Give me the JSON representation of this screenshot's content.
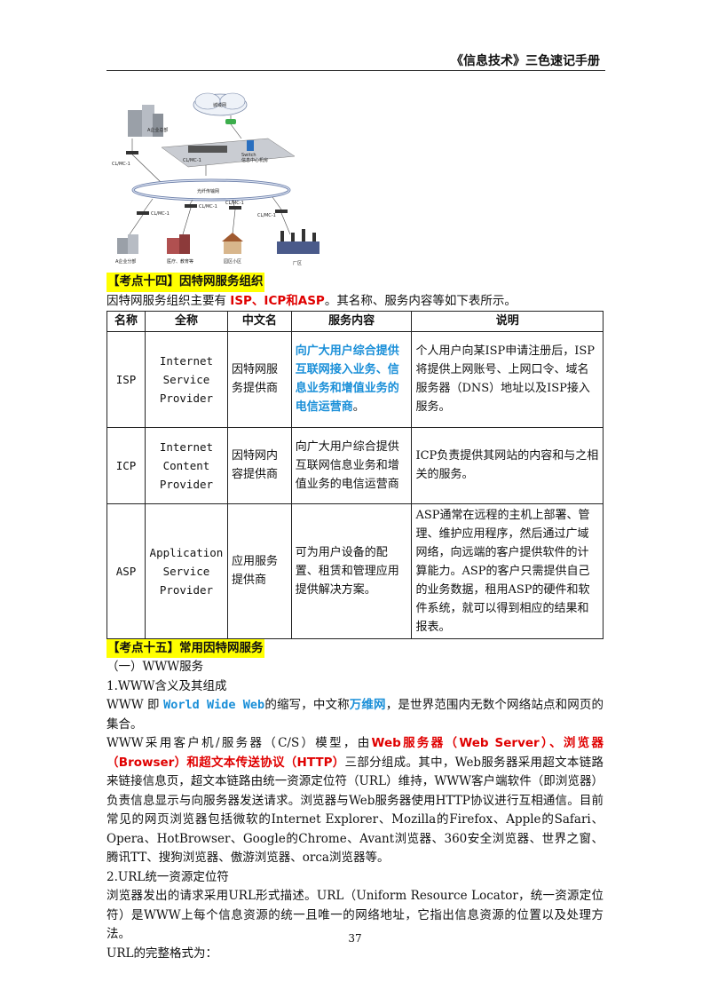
{
  "header": {
    "title": "《信息技术》三色速记手册"
  },
  "figure": {
    "labels": {
      "city_net": "城域网",
      "hq": "A企业总部",
      "clmc_top": "CL/MC-1",
      "clmc_center": "CL/MC-1",
      "switch": "Switch",
      "data_center": "信息中心机房",
      "ring": "光纤传输网",
      "clmc_1": "CL/MC-1",
      "clmc_2": "CL/MC-1",
      "clmc_3": "CL/MC-1",
      "clmc_4": "CL/MC-1",
      "b1": "A企业分部",
      "b2": "医疗、教育等",
      "b3": "园区小区",
      "b4": "厂区"
    }
  },
  "section14": {
    "heading": "【考点十四】因特网服务组织",
    "intro_pre": "因特网服务组织主要有 ",
    "intro_hl": "ISP、ICP和ASP",
    "intro_post": "。其名称、服务内容等如下表所示。"
  },
  "table": {
    "headers": [
      "名称",
      "全称",
      "中文名",
      "服务内容",
      "说明"
    ],
    "rows": [
      {
        "name": "ISP",
        "full": [
          "Internet",
          "Service",
          "Provider"
        ],
        "cn": "因特网服务提供商",
        "service": "向广大用户综合提供互联网接入业务、信息业务和增值业务的电信运营商",
        "service_end": "。",
        "note": "个人用户向某ISP申请注册后，ISP将提供上网账号、上网口令、域名服务器（DNS）地址以及ISP接入服务。"
      },
      {
        "name": "ICP",
        "full": [
          "Internet",
          "Content",
          "Provider"
        ],
        "cn": "因特网内容提供商",
        "service": "向广大用户综合提供互联网信息业务和增值业务的电信运营商",
        "note": "ICP负责提供其网站的内容和与之相关的服务。"
      },
      {
        "name": "ASP",
        "full": [
          "Application",
          "Service",
          "Provider"
        ],
        "cn": "应用服务提供商",
        "service": "可为用户设备的配置、租赁和管理应用提供解决方案。",
        "note": "ASP通常在远程的主机上部署、管理、维护应用程序，然后通过广域网络，向远端的客户提供软件的计算能力。ASP的客户只需提供自己的业务数据，租用ASP的硬件和软件系统，就可以得到相应的结果和报表。"
      }
    ]
  },
  "section15": {
    "heading": "【考点十五】常用因特网服务",
    "sub1": "（一）WWW服务",
    "sub1_1": "1.WWW含义及其组成",
    "p1_a": "WWW 即 ",
    "p1_hl1": "World Wide Web",
    "p1_b": "的缩写，中文称",
    "p1_hl2": "万维网",
    "p1_c": "，是世界范围内无数个网络站点和网页的集合。",
    "p2_a": "WWW采用客户机/服务器（C/S）模型，由",
    "p2_hl": "Web服务器（Web Server）、浏览器（Browser）和超文本传送协议（HTTP）",
    "p2_b": "三部分组成。其中，Web服务器采用超文本链路来链接信息页，超文本链路由统一资源定位符（URL）维持，WWW客户端软件（即浏览器）负责信息显示与向服务器发送请求。浏览器与Web服务器使用HTTP协议进行互相通信。目前常见的网页浏览器包括微软的Internet Explorer、Mozilla的Firefox、Apple的Safari、Opera、HotBrowser、Google的Chrome、Avant浏览器、360安全浏览器、世界之窗、腾讯TT、搜狗浏览器、傲游浏览器、orca浏览器等。",
    "sub1_2": "2.URL统一资源定位符",
    "p3": "浏览器发出的请求采用URL形式描述。URL（Uniform Resource Locator，统一资源定位符）是WWW上每个信息资源的统一且唯一的网络地址，它指出信息资源的位置以及处理方法。",
    "p4": "URL的完整格式为："
  },
  "footer": {
    "page_number": "37"
  }
}
